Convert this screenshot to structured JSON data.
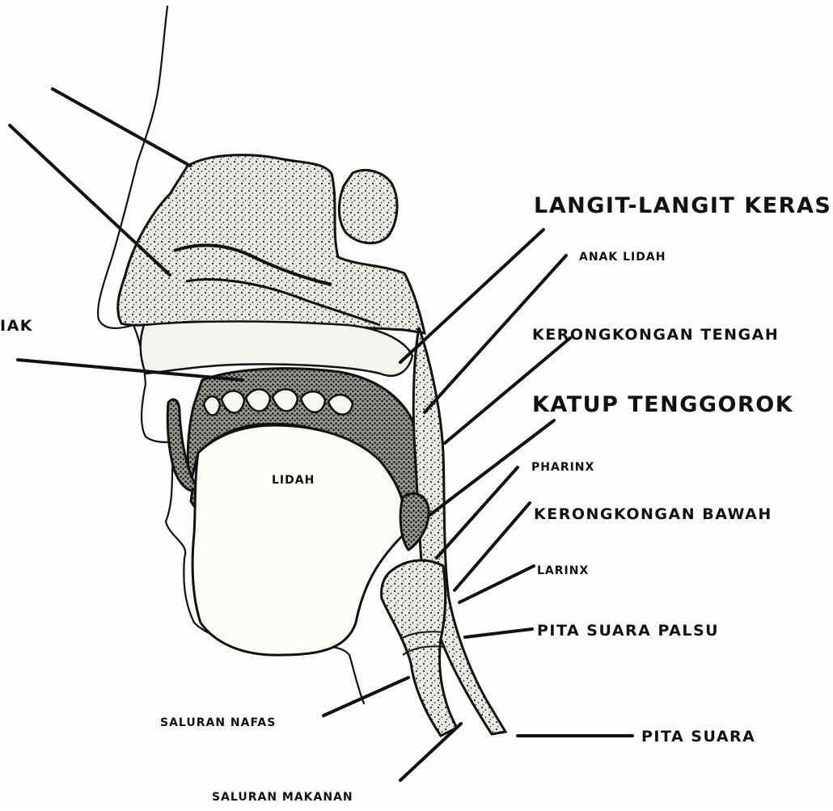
{
  "diagram": {
    "labels": {
      "left_partial": "IAK",
      "langit_langit_keras": "LANGIT-LANGIT KERAS",
      "anak_lidah": "ANAK LIDAH",
      "kerongkongan_tengah": "KERONGKONGAN TENGAH",
      "katup_tenggorok": "KATUP TENGGOROK",
      "pharinx": "PHARINX",
      "kerongkongan_bawah": "KERONGKONGAN BAWAH",
      "larinx": "LARINX",
      "pita_suara_palsu": "PITA SUARA PALSU",
      "pita_suara": "PITA SUARA",
      "lidah": "LIDAH",
      "saluran_nafas": "SALURAN NAFAS",
      "saluran_makanan": "SALURAN MAKANAN"
    },
    "colors": {
      "ink": "#111111",
      "tissue": "#e3e1dc",
      "cavity": "#1a1a1a",
      "paper": "#fdfdfb"
    }
  }
}
